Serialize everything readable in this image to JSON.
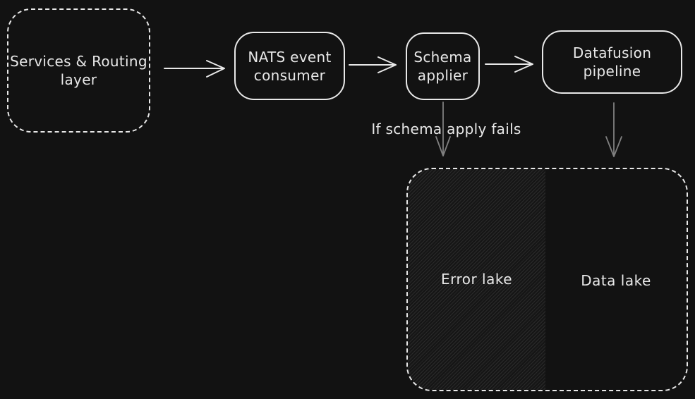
{
  "colors": {
    "background": "#121212",
    "stroke": "#e8e8e8",
    "muted_arrow": "#808080",
    "hatch_line": "rgba(255,255,255,0.085)"
  },
  "nodes": {
    "services_routing": {
      "label": "Services & Routing\nlayer"
    },
    "nats_consumer": {
      "label": "NATS event\nconsumer"
    },
    "schema_applier": {
      "label": "Schema\napplier"
    },
    "datafusion_pipeline": {
      "label": "Datafusion pipeline"
    }
  },
  "annotations": {
    "schema_fail": "If schema apply fails"
  },
  "lakes": {
    "error_lake": {
      "label": "Error lake"
    },
    "data_lake": {
      "label": "Data lake"
    }
  }
}
